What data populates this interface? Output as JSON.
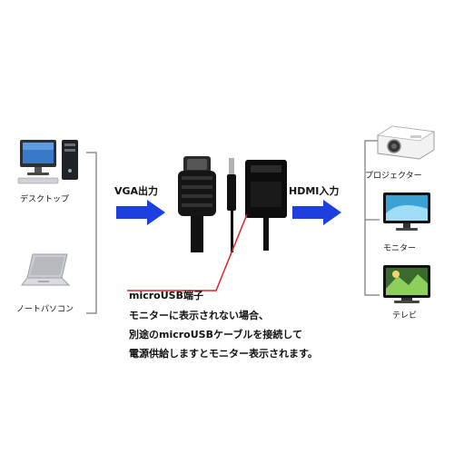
{
  "sources": [
    {
      "label": "デスクトップ",
      "icon": "desktop-computer-icon"
    },
    {
      "label": "ノートパソコン",
      "icon": "laptop-icon"
    }
  ],
  "input_label": "VGA出力",
  "output_label": "HDMI入力",
  "outputs": [
    {
      "label": "プロジェクター",
      "icon": "projector-icon"
    },
    {
      "label": "モニター",
      "icon": "monitor-icon"
    },
    {
      "label": "テレビ",
      "icon": "tv-icon"
    }
  ],
  "callout": {
    "title": "microUSB端子",
    "lines": [
      "モニターに表示されない場合、",
      "別途のmicroUSBケーブルを接続して",
      "電源供給しますとモニター表示されます。"
    ]
  },
  "colors": {
    "arrow": "#1e3fe0",
    "callout_line": "#d9252b",
    "bracket": "#777777"
  }
}
